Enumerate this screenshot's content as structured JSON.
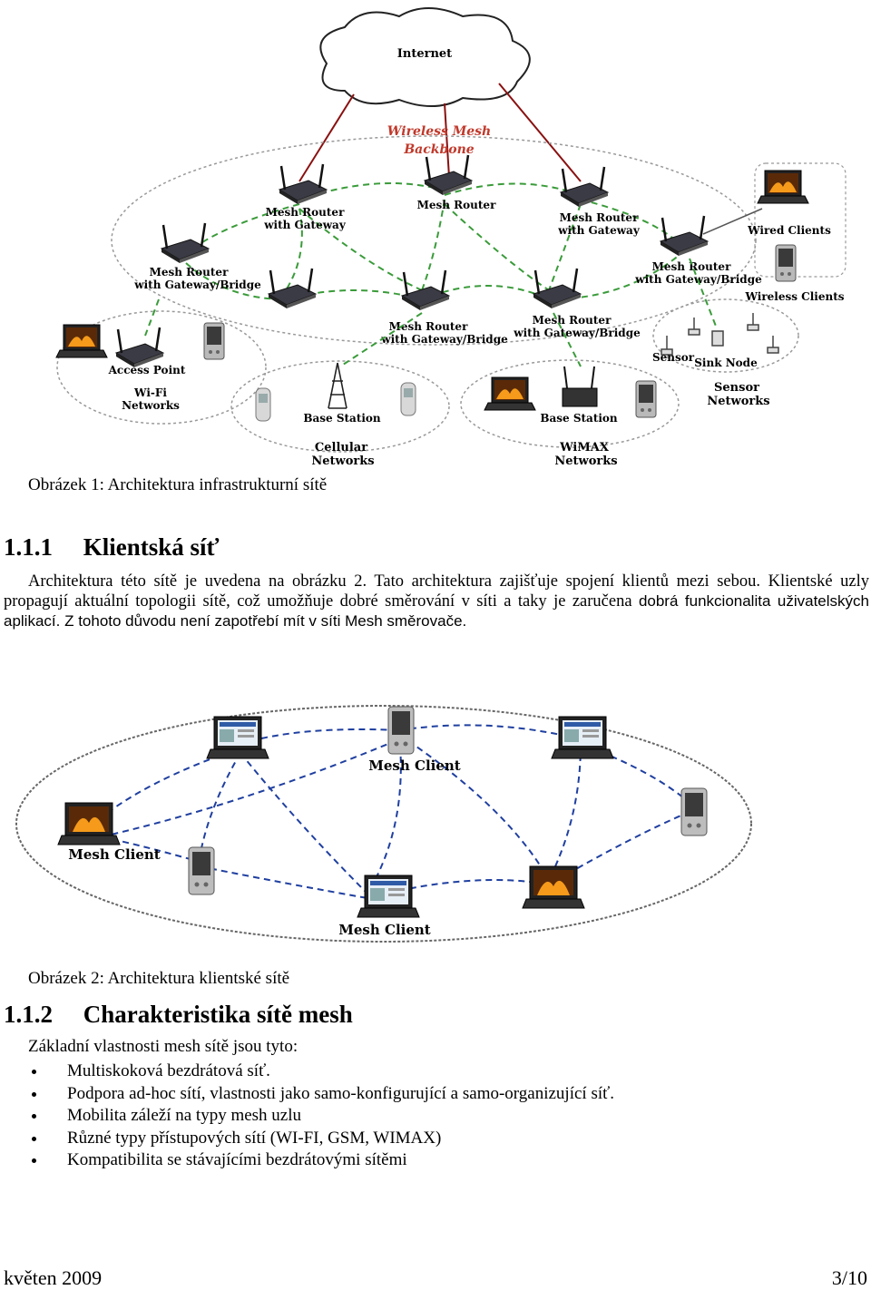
{
  "figure1": {
    "labels": {
      "internet": "Internet",
      "backbone_1": "Wireless Mesh",
      "backbone_2": "Backbone",
      "mesh_router_gateway_1": "Mesh Router",
      "mesh_router_gateway_2": "with Gateway",
      "mesh_router": "Mesh Router",
      "mesh_router_gateway_b_1": "Mesh Router",
      "mesh_router_gateway_b_2": "with Gateway",
      "wired_clients": "Wired Clients",
      "mr_gb_left_1": "Mesh Router",
      "mr_gb_left_2": "with Gateway/Bridge",
      "mr_gb_right_1": "Mesh Router",
      "mr_gb_right_2": "with Gateway/Bridge",
      "wireless_clients": "Wireless Clients",
      "mr_gb_c1_1": "Mesh Router",
      "mr_gb_c1_2": "with Gateway/Bridge",
      "mr_gb_c2_1": "Mesh Router",
      "mr_gb_c2_2": "with Gateway/Bridge",
      "access_point": "Access Point",
      "wifi_1": "Wi-Fi",
      "wifi_2": "Networks",
      "sensor": "Sensor",
      "sink_node": "Sink Node",
      "sensor_networks_1": "Sensor",
      "sensor_networks_2": "Networks",
      "base_station_cell": "Base Station",
      "base_station_wimax": "Base Station",
      "cellular_1": "Cellular",
      "cellular_2": "Networks",
      "wimax_1": "WiMAX",
      "wimax_2": "Networks"
    },
    "caption": "Obrázek 1: Architektura infrastrukturní sítě"
  },
  "section_1_1_1": {
    "heading": "1.1.1     Klientská síť",
    "paragraph_part1": "Architektura této sítě je uvedena na obrázku 2. Tato architektura zajišťuje spojení klientů mezi sebou. Klientské uzly propagují aktuální topologii sítě, což umožňuje dobré směrování v síti a taky je zaručena ",
    "paragraph_part2": "dobrá funkcionalita uživatelských aplikací. Z tohoto důvodu není zapotřebí mít v síti Mesh směrovače."
  },
  "figure2": {
    "labels": {
      "mesh_client_top": "Mesh Client",
      "mesh_client_left": "Mesh Client",
      "mesh_client_bottom": "Mesh Client"
    },
    "caption": "Obrázek 2: Architektura klientské sítě"
  },
  "section_1_1_2": {
    "heading": "1.1.2     Charakteristika sítě mesh",
    "intro": "Základní vlastnosti mesh sítě jsou tyto:",
    "bullets": [
      "Multiskoková bezdrátová síť.",
      "Podpora ad-hoc sítí, vlastnosti jako samo-konfigurující a samo-organizující síť.",
      "Mobilita záleží na typy mesh uzlu",
      "Různé typy přístupových sítí (WI-FI, GSM, WIMAX)",
      "Kompatibilita se stávajícími bezdrátovými sítěmi"
    ]
  },
  "footer": {
    "date": "květen 2009",
    "page": "3/10"
  }
}
